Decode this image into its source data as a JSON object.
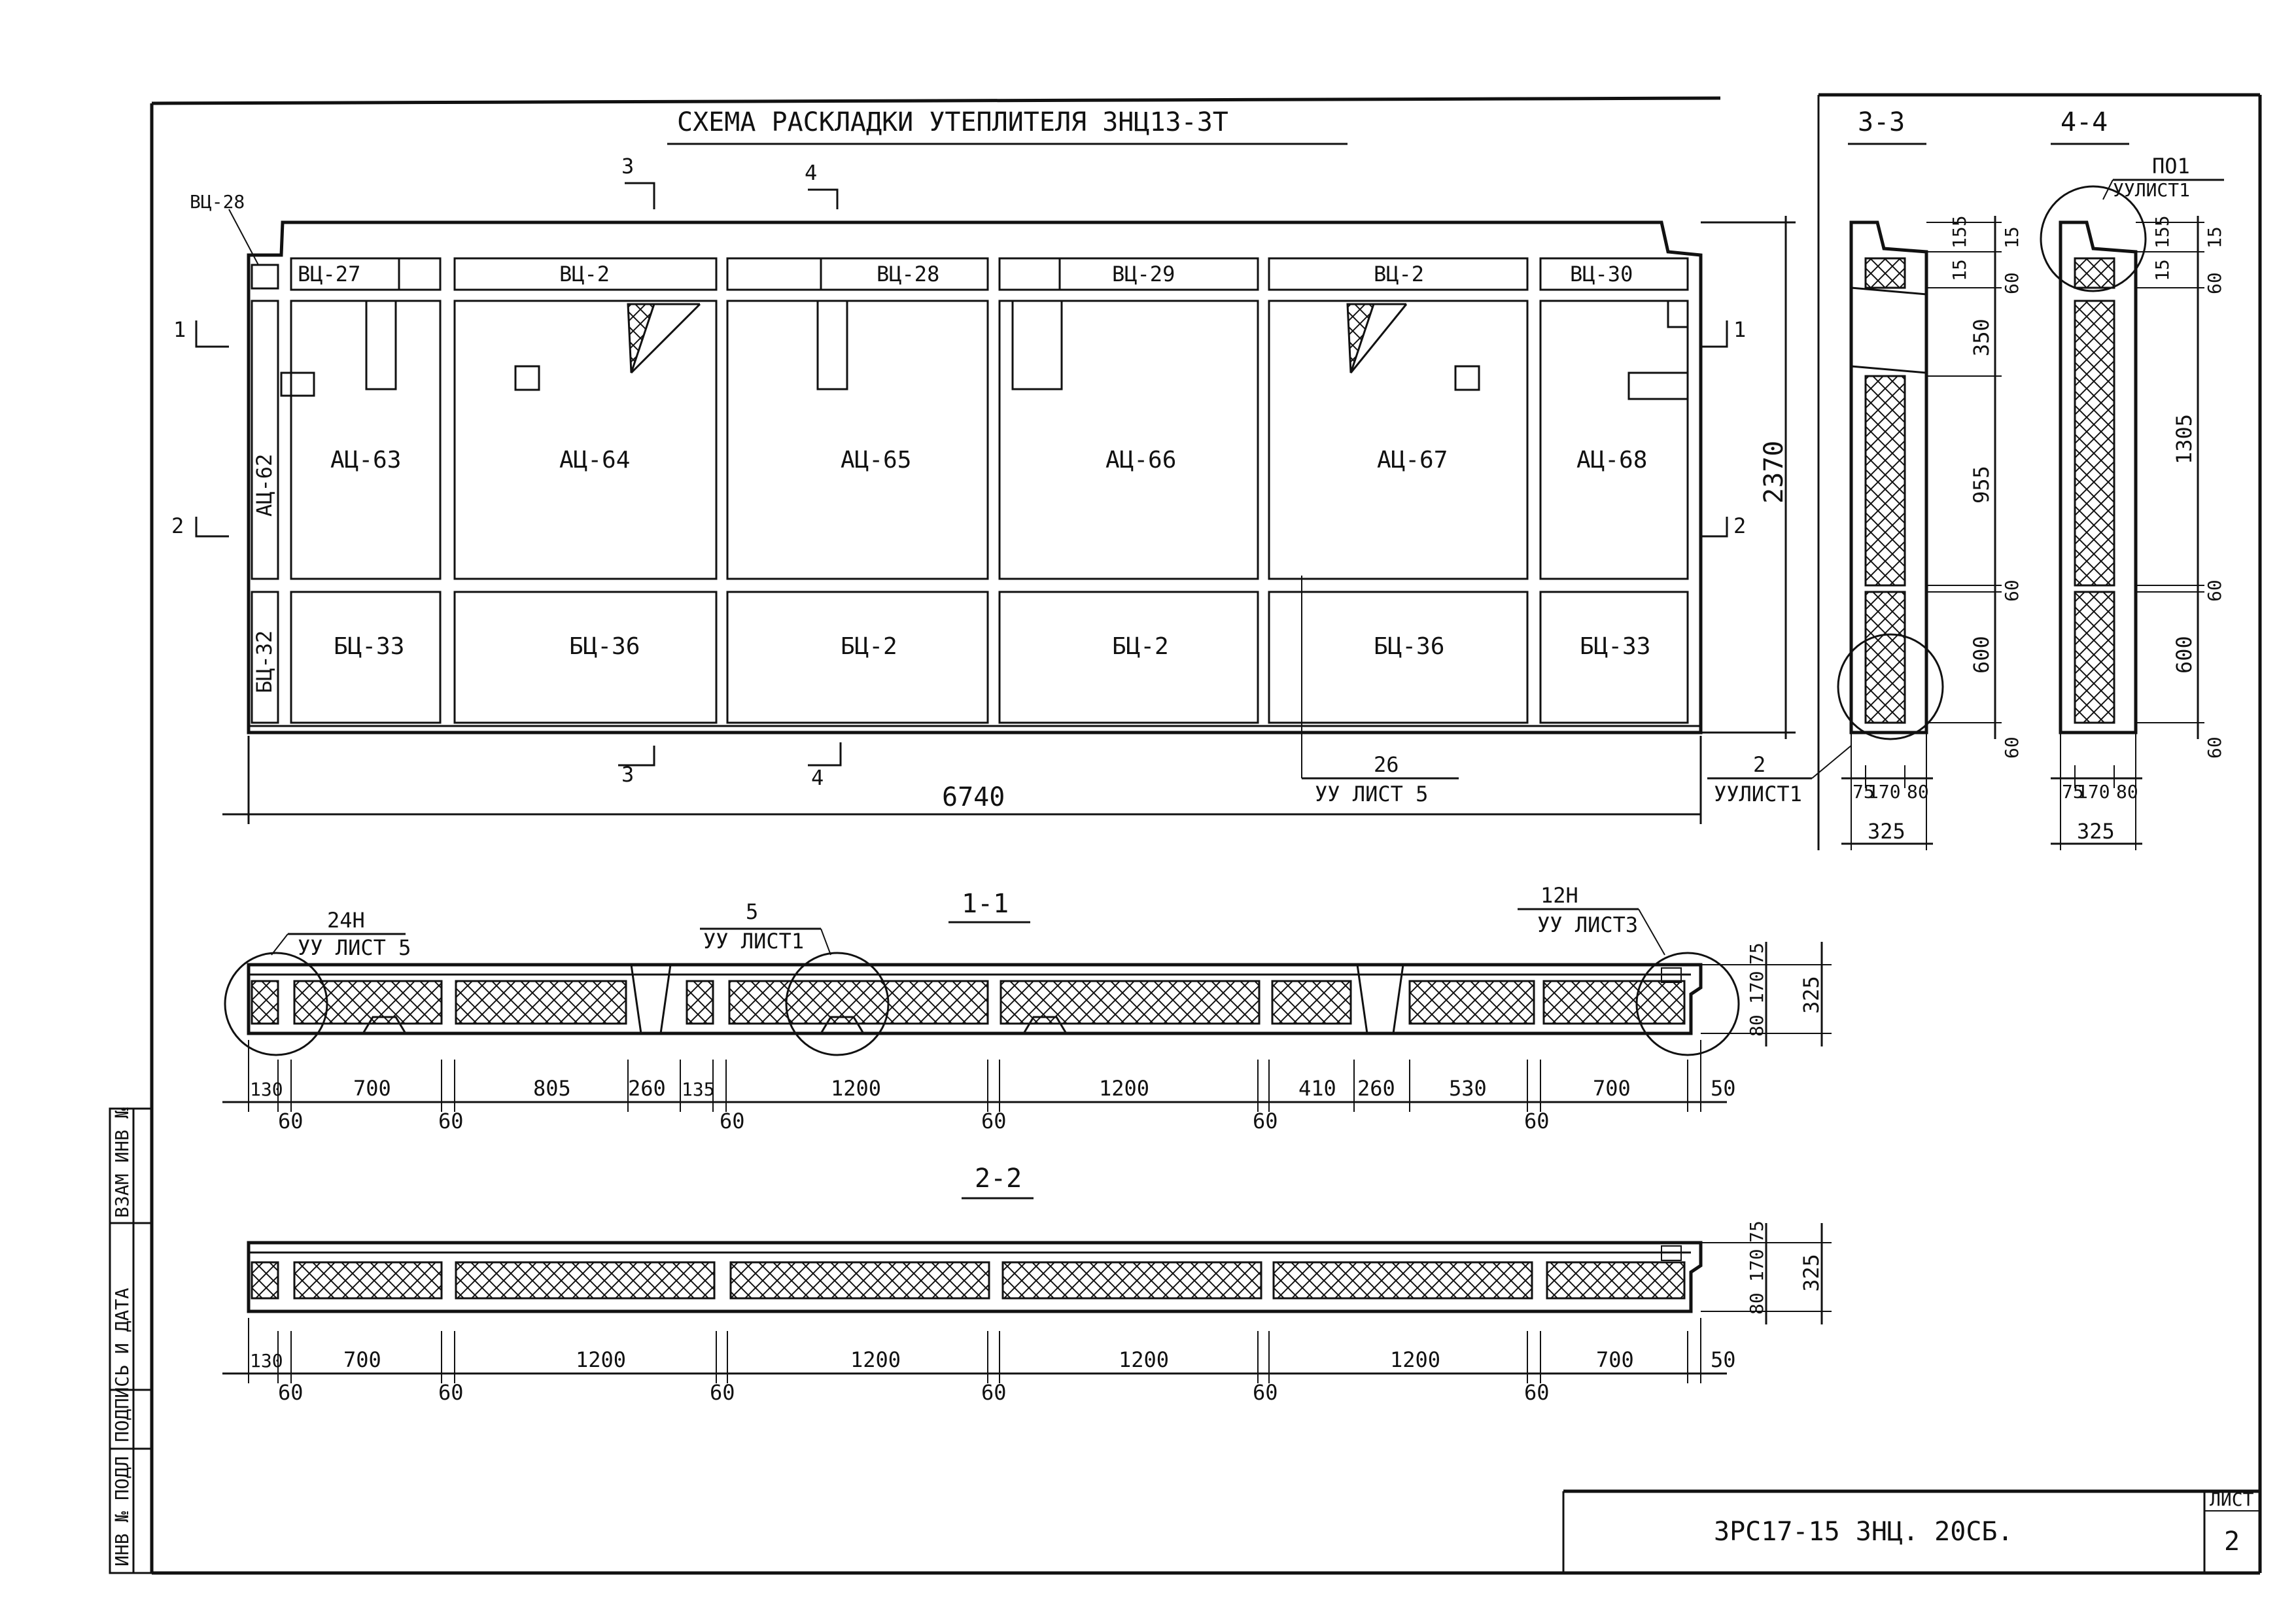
{
  "title": "СХЕМА РАСКЛАДКИ УТЕПЛИТЕЛЯ 3НЦ13-3Т",
  "top_row_blocks": [
    "ВЦ-27",
    "ВЦ-2",
    "ВЦ-28",
    "ВЦ-29",
    "ВЦ-2",
    "ВЦ-30"
  ],
  "corner_block": "ВЦ-28",
  "middle_row_blocks": [
    "АЦ-63",
    "АЦ-64",
    "АЦ-65",
    "АЦ-66",
    "АЦ-67",
    "АЦ-68"
  ],
  "bottom_row_blocks": [
    "БЦ-33",
    "БЦ-36",
    "БЦ-2",
    "БЦ-2",
    "БЦ-36",
    "БЦ-33"
  ],
  "left_col_blocks": [
    "АЦ-62",
    "БЦ-32"
  ],
  "section_marks": {
    "s1": "1",
    "s2": "2",
    "s3": "3",
    "s4": "4"
  },
  "overall_length": "6740",
  "overall_height": "2370",
  "callouts": {
    "c26_num": "26",
    "c26_ref": "УУ ЛИСТ 5",
    "c2_num": "2",
    "c2_ref": "УУЛИСТ1",
    "c24_num": "24Н",
    "c24_ref": "УУ ЛИСТ 5",
    "c5_num": "5",
    "c5_ref": "УУ ЛИСТ1",
    "c12_num": "12Н",
    "c12_ref": "УУ ЛИСТ3",
    "c101_num": "ПО1",
    "c101_ref": "УУЛИСТ1"
  },
  "section_titles": {
    "s33": "3-3",
    "s44": "4-4",
    "s11": "1-1",
    "s22": "2-2"
  },
  "sec33_dims": [
    "155",
    "15",
    "15",
    "60",
    "350",
    "955",
    "60",
    "600",
    "60"
  ],
  "sec44_dims": [
    "155",
    "15",
    "15",
    "60",
    "1305",
    "60",
    "600",
    "60"
  ],
  "sec_bottom_dims": [
    "75",
    "170",
    "80"
  ],
  "sec_width": "325",
  "s11_bottom_dims": [
    "130",
    "700",
    "805",
    "260",
    "135",
    "1200",
    "1200",
    "410",
    "260",
    "530",
    "700",
    "50"
  ],
  "s11_sixties": [
    "60",
    "60",
    "60",
    "60",
    "60",
    "60"
  ],
  "s11_side_dims": [
    "80",
    "170",
    "75",
    "325"
  ],
  "s22_bottom_dims": [
    "130",
    "700",
    "1200",
    "1200",
    "1200",
    "1200",
    "700",
    "50"
  ],
  "s22_sixties": [
    "60",
    "60",
    "60",
    "60",
    "60",
    "60"
  ],
  "s22_side_dims": [
    "80",
    "170",
    "75",
    "325"
  ],
  "stamp_cells": [
    "ИНВ № ПОДЛ",
    "ПОДПИСЬ И ДАТА",
    "ВЗАМ ИНВ №"
  ],
  "doc_code": "3РС17-15 3НЦ. 20СБ.",
  "sheet_label": "ЛИСТ",
  "sheet_number": "2"
}
